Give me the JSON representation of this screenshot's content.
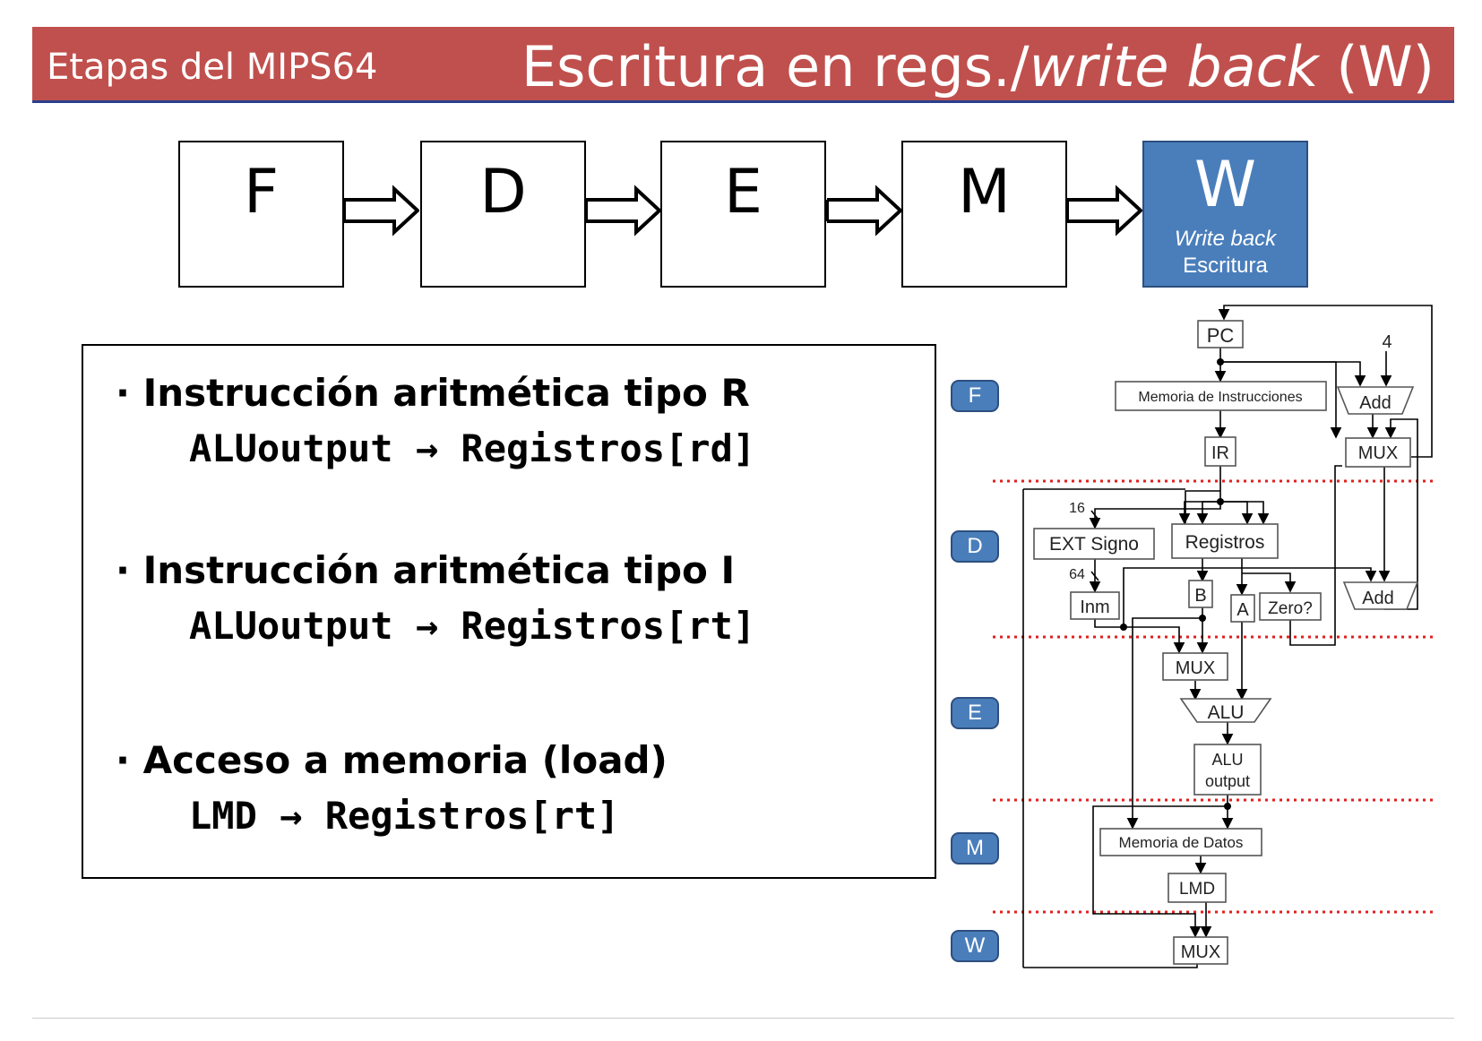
{
  "header": {
    "left_title": "Etapas del MIPS64",
    "right_title_main": "Escritura en regs./",
    "right_title_italic": "write back",
    "right_title_end": "(W)"
  },
  "pipeline": {
    "stages": [
      "F",
      "D",
      "E",
      "M",
      "W"
    ],
    "active_stage": "W",
    "active_sub1": "Write back",
    "active_sub2": "Escritura",
    "active_color": "#4a7ebb"
  },
  "content": {
    "items": [
      {
        "title": "Instrucción aritmética tipo R",
        "code": "ALUoutput → Registros[rd]"
      },
      {
        "title": "Instrucción aritmética tipo I",
        "code": "ALUoutput → Registros[rt]"
      },
      {
        "title": "Acceso a memoria (load)",
        "code": "LMD → Registros[rt]"
      }
    ]
  },
  "datapath": {
    "stage_tags": [
      "F",
      "D",
      "E",
      "M",
      "W"
    ],
    "blocks": {
      "pc": "PC",
      "four": "4",
      "imem": "Memoria de Instrucciones",
      "add_top": "Add",
      "ir": "IR",
      "mux_top": "MUX",
      "width16": "16",
      "width64": "64",
      "ext": "EXT Signo",
      "regs": "Registros",
      "inm": "Inm",
      "b": "B",
      "a": "A",
      "zero": "Zero?",
      "add_mid": "Add",
      "mux_alu": "MUX",
      "alu": "ALU",
      "aluout1": "ALU",
      "aluout2": "output",
      "dmem": "Memoria de Datos",
      "lmd": "LMD",
      "mux_wb": "MUX"
    },
    "separator_color": "#e02020"
  }
}
